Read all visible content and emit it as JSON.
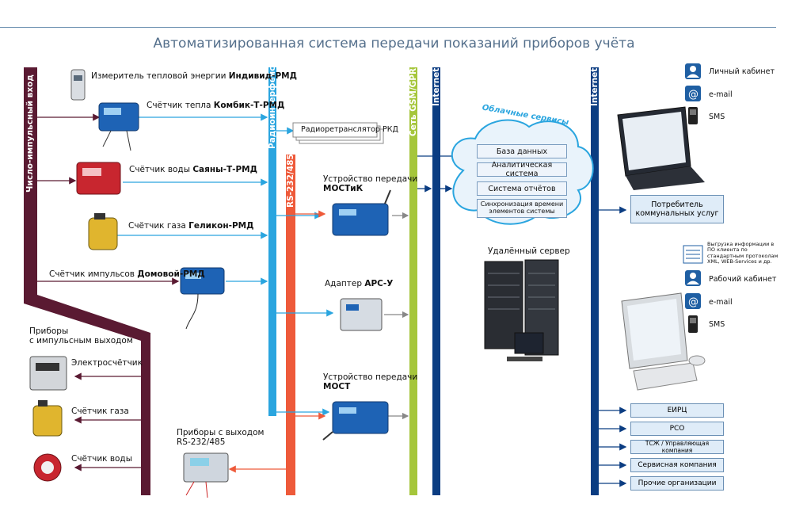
{
  "title": "Автоматизированная система передачи показаний приборов учёта",
  "buses": {
    "pulse": "Число-импульсный вход",
    "radio": "Радиоинтерфейс HD",
    "rs": "RS-232/485",
    "gsm": "Сеть GSM/GPRS",
    "internet1": "Internet",
    "internet2": "Internet"
  },
  "devices": {
    "individ_prefix": "Измеритель тепловой энергии",
    "individ_name": "Индивид-РМД",
    "kombik_prefix": "Счётчик тепла",
    "kombik_name": "Комбик-Т-РМД",
    "sayany_prefix": "Счётчик воды",
    "sayany_name": "Саяны-Т-РМД",
    "gelikon_prefix": "Счётчик газа",
    "gelikon_name": "Геликон-РМД",
    "domovoy_prefix": "Счётчик импульсов",
    "domovoy_name": "Домовой-РМД",
    "retranslator": "Радиоретранслятор РКД",
    "pulse_devices_1": "Приборы",
    "pulse_devices_2": "с импульсным выходом",
    "elec": "Электросчётчик",
    "gas": "Счётчик газа",
    "water": "Счётчик воды",
    "rs_devices_1": "Приборы с выходом",
    "rs_devices_2": "RS-232/485",
    "mostik_1": "Устройство передачи",
    "mostik_2": "МОСТиК",
    "ars_prefix": "Адаптер",
    "ars_name": "АРС-У",
    "most_1": "Устройство передачи",
    "most_2": "МОСТ"
  },
  "cloud": {
    "label": "Облачные сервисы",
    "items": [
      "База данных",
      "Аналитическая система",
      "Система отчётов",
      "Синхронизация времени элементов системы"
    ]
  },
  "server": "Удалённый сервер",
  "consumer": {
    "cabinet": "Личный кабинет",
    "email": "e-mail",
    "sms": "SMS",
    "box": "Потребитель коммунальных услуг"
  },
  "worker": {
    "export": "Выгрузка информации в ПО клиента по стандартным протоколам XML, WEB-Services и др.",
    "cabinet": "Рабочий кабинет",
    "email": "e-mail",
    "sms": "SMS"
  },
  "orgs": [
    "ЕИРЦ",
    "РСО",
    "ТСЖ / Управляющая компания",
    "Сервисная компания",
    "Прочие организации"
  ],
  "colors": {
    "pulse": "#5a1a32",
    "radio": "#2aa5df",
    "rs": "#ee5a3a",
    "gsm": "#a5c63b",
    "internet": "#0b3d82"
  }
}
